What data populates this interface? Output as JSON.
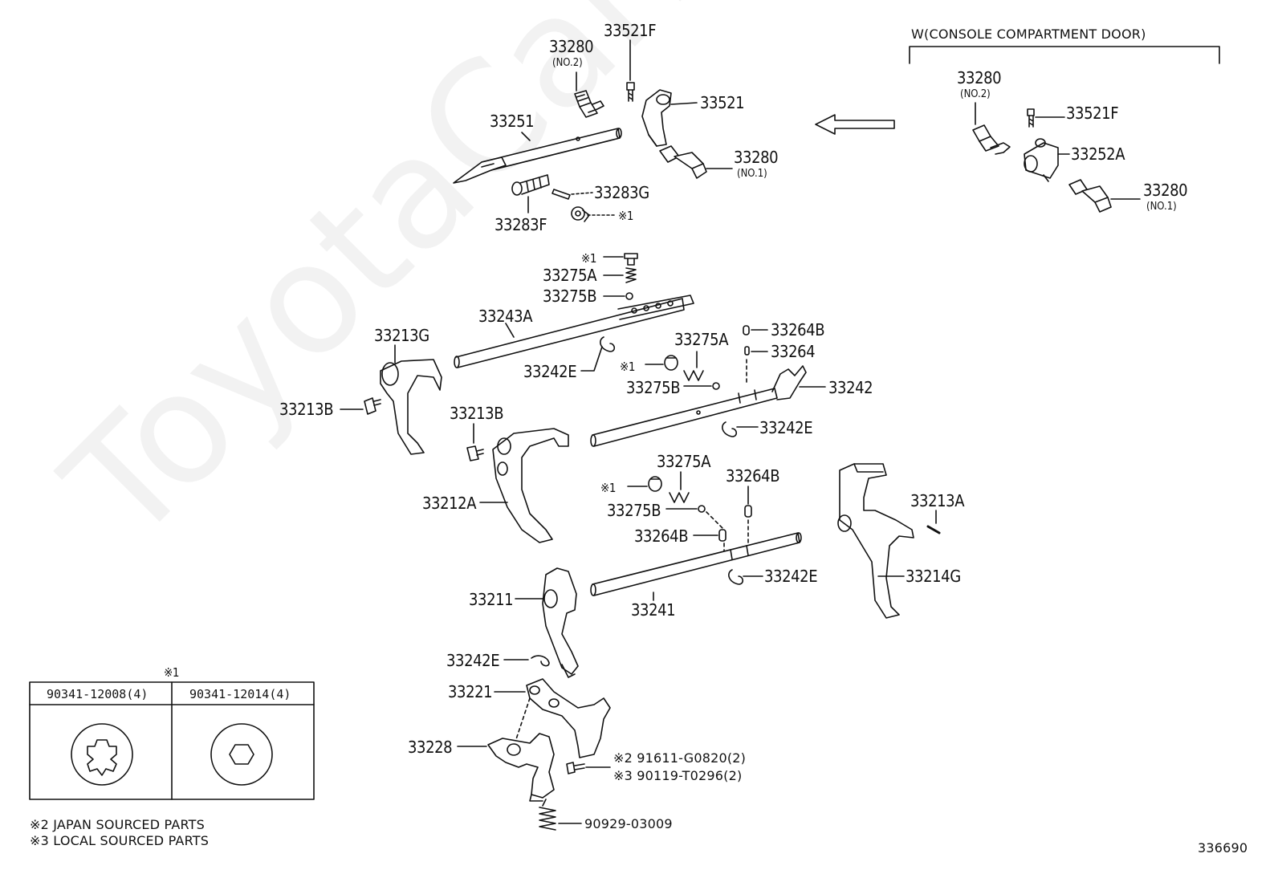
{
  "watermark": "ToyotaCarMine.ru",
  "diagram_number": "336690",
  "variant_header": "W(CONSOLE COMPARTMENT DOOR)",
  "note_mark_1": "※1",
  "legend": {
    "title": "※1",
    "col1": "90341-12008(4)",
    "col2": "90341-12014(4)"
  },
  "footnotes": [
    "※2 JAPAN SOURCED PARTS",
    "※3 LOCAL SOURCED PARTS"
  ],
  "labels": {
    "p33521F_top": "33521F",
    "p33280_no2": "33280",
    "no2": "(NO.2)",
    "p33521": "33521",
    "p33251": "33251",
    "p33280_no1": "33280",
    "no1": "(NO.1)",
    "p33283G": "33283G",
    "p33283F": "33283F",
    "r_33280_no2": "33280",
    "r_no2": "(NO.2)",
    "r_33521F": "33521F",
    "r_33252A": "33252A",
    "r_33280_no1": "33280",
    "r_no1": "(NO.1)",
    "p33275A_1": "33275A",
    "p33275B_1": "33275B",
    "p33243A": "33243A",
    "p33213G": "33213G",
    "p33242E_1": "33242E",
    "p33213B_1": "33213B",
    "p33275A_2": "33275A",
    "p33264B_1": "33264B",
    "p33264": "33264",
    "p33275B_2": "33275B",
    "p33242": "33242",
    "p33213B_2": "33213B",
    "p33242E_2": "33242E",
    "p33275A_3": "33275A",
    "p33264B_2": "33264B",
    "p33212A": "33212A",
    "p33275B_3": "33275B",
    "p33213A": "33213A",
    "p33264B_3": "33264B",
    "p33242E_3": "33242E",
    "p33214G": "33214G",
    "p33211": "33211",
    "p33241": "33241",
    "p33242E_4": "33242E",
    "p33221": "33221",
    "p33228": "33228",
    "p91611": "※2 91611-G0820(2)",
    "p90119": "※3 90119-T0296(2)",
    "p90929": "90929-03009"
  }
}
